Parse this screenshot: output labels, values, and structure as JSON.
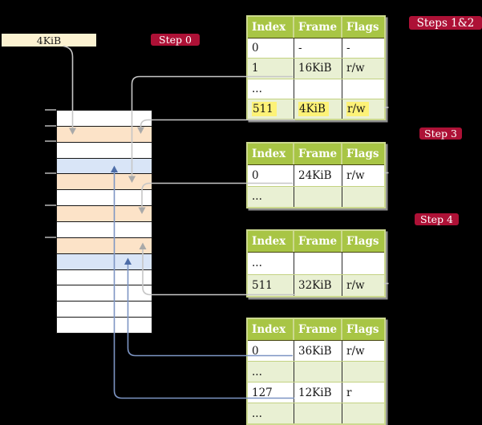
{
  "colors": {
    "background": "#000000",
    "accent_red": "#ad1136",
    "header_green": "#a8c545",
    "table_border_green": "#ccd98f",
    "row_light_green": "#e9f0d3",
    "frame_orange": "#fce3c8",
    "frame_blue": "#d9e5f7",
    "page_box_cream": "#fcf2d1",
    "highlight_yellow": "#fdf277",
    "arrow_gray": "#c6c6c6",
    "arrow_gray_head": "#a9a9a9",
    "arrow_blue": "#7d95c4",
    "arrow_blue_head": "#4d6da8"
  },
  "page_box": {
    "label": "4KiB"
  },
  "step_labels": [
    {
      "text": "Step 0"
    },
    {
      "text": "Steps 1&2"
    },
    {
      "text": "Step 3"
    },
    {
      "text": "Step 4"
    }
  ],
  "memory_column": {
    "rows": [
      "white",
      "orange",
      "white",
      "blue",
      "orange",
      "white",
      "orange",
      "white",
      "orange",
      "blue",
      "white",
      "white",
      "white",
      "white"
    ]
  },
  "page_tables": [
    {
      "name": "page-table-steps-1-2",
      "headers": [
        "Index",
        "Frame",
        "Flags"
      ],
      "rows": [
        {
          "cells": [
            "0",
            "-",
            "-"
          ],
          "shaded": false,
          "highlighted": false
        },
        {
          "cells": [
            "1",
            "16KiB",
            "r/w"
          ],
          "shaded": true,
          "highlighted": false
        },
        {
          "cells": [
            "...",
            "",
            ""
          ],
          "shaded": false,
          "highlighted": false
        },
        {
          "cells": [
            "511",
            "4KiB",
            "r/w"
          ],
          "shaded": true,
          "highlighted": true
        }
      ]
    },
    {
      "name": "page-table-step-3",
      "headers": [
        "Index",
        "Frame",
        "Flags"
      ],
      "rows": [
        {
          "cells": [
            "0",
            "24KiB",
            "r/w"
          ],
          "shaded": false,
          "highlighted": false
        },
        {
          "cells": [
            "...",
            "",
            ""
          ],
          "shaded": true,
          "highlighted": false
        }
      ]
    },
    {
      "name": "page-table-step-4-upper",
      "headers": [
        "Index",
        "Frame",
        "Flags"
      ],
      "rows": [
        {
          "cells": [
            "...",
            "",
            ""
          ],
          "shaded": false,
          "highlighted": false
        },
        {
          "cells": [
            "511",
            "32KiB",
            "r/w"
          ],
          "shaded": true,
          "highlighted": false
        }
      ]
    },
    {
      "name": "page-table-step-4-lower",
      "headers": [
        "Index",
        "Frame",
        "Flags"
      ],
      "rows": [
        {
          "cells": [
            "0",
            "36KiB",
            "r/w"
          ],
          "shaded": false,
          "highlighted": false
        },
        {
          "cells": [
            "...",
            "",
            ""
          ],
          "shaded": true,
          "highlighted": false
        },
        {
          "cells": [
            "127",
            "12KiB",
            "r"
          ],
          "shaded": false,
          "highlighted": false
        },
        {
          "cells": [
            "...",
            "",
            ""
          ],
          "shaded": true,
          "highlighted": false
        }
      ]
    }
  ]
}
